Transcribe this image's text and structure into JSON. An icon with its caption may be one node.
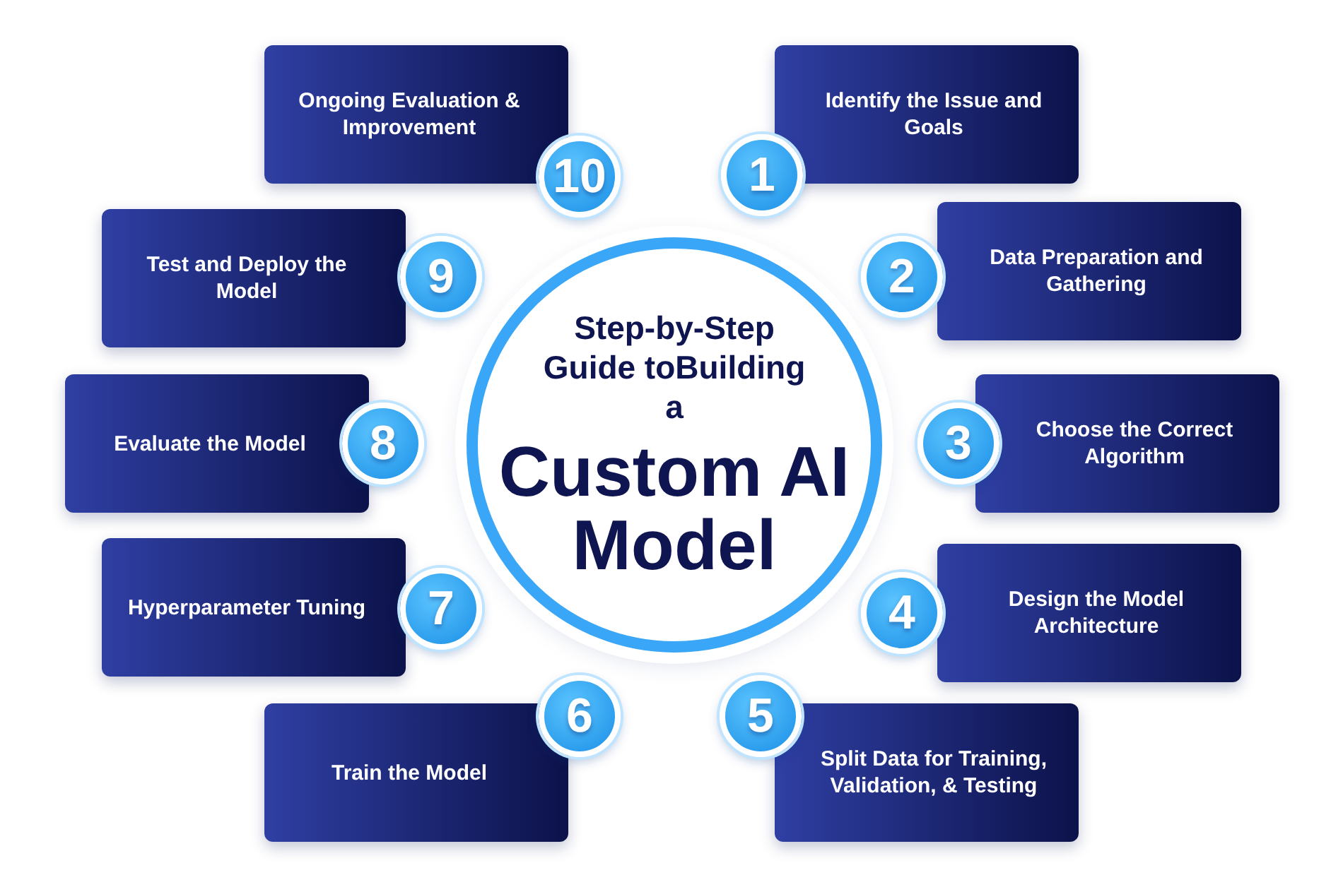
{
  "diagram": {
    "nodes": [
      {
        "text": [
          "Step-by-Step Guide toBuilding a",
          "Custom AI Model"
        ]
      },
      {
        "text": [
          "Identify the Issue and Goals"
        ]
      },
      {
        "text": [
          "1"
        ]
      },
      {
        "text": [
          "Data Preparation and Gathering"
        ]
      },
      {
        "text": [
          "2"
        ]
      },
      {
        "text": [
          "Choose the Correct Algorithm"
        ]
      },
      {
        "text": [
          "3"
        ]
      },
      {
        "text": [
          "Design the Model Architecture"
        ]
      },
      {
        "text": [
          "4"
        ]
      },
      {
        "text": [
          "Split Data for Training, Validation, & Testing"
        ]
      },
      {
        "text": [
          "5"
        ]
      },
      {
        "text": [
          "Train the Model"
        ]
      },
      {
        "text": [
          "6"
        ]
      },
      {
        "text": [
          "Hyperparameter Tuning"
        ]
      },
      {
        "text": [
          "7"
        ]
      },
      {
        "text": [
          "Evaluate the Model"
        ]
      },
      {
        "text": [
          "8"
        ]
      },
      {
        "text": [
          "Test and Deploy the Model"
        ]
      },
      {
        "text": [
          "9"
        ]
      },
      {
        "text": [
          "Ongoing Evaluation & Improvement"
        ]
      },
      {
        "text": [
          "10"
        ]
      }
    ],
    "edges": []
  }
}
